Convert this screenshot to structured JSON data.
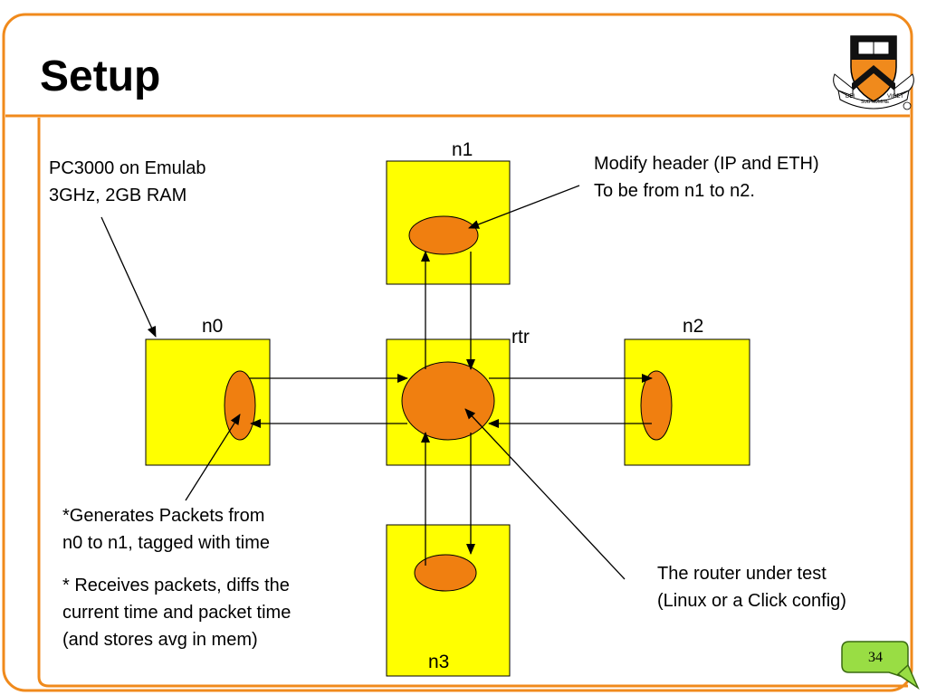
{
  "slide": {
    "title": "Setup",
    "page_number": "34",
    "colors": {
      "frame": "#f08a1c",
      "box": "#ffff00",
      "ellipse": "#f07f10",
      "page_badge": "#99dd44"
    },
    "logo_icon": "princeton-shield-icon",
    "logo_text": {
      "left": "DEI",
      "middle": "SUB NUMINE",
      "right": "VIGET"
    }
  },
  "diagram": {
    "nodes": {
      "n0": "n0",
      "n1": "n1",
      "n2": "n2",
      "n3": "n3",
      "rtr": "rtr"
    },
    "annotations": {
      "pc_line1": "PC3000 on Emulab",
      "pc_line2": "3GHz, 2GB RAM",
      "modify_line1": "Modify header (IP and ETH)",
      "modify_line2": "To be from n1 to n2.",
      "gen_line1": "*Generates Packets from",
      "gen_line2": "n0 to n1, tagged with time",
      "recv_line1": "* Receives packets, diffs the",
      "recv_line2": "current time and packet time",
      "recv_line3": "(and stores avg in mem)",
      "router_line1": "The router under test",
      "router_line2": "(Linux or a Click config)"
    }
  }
}
